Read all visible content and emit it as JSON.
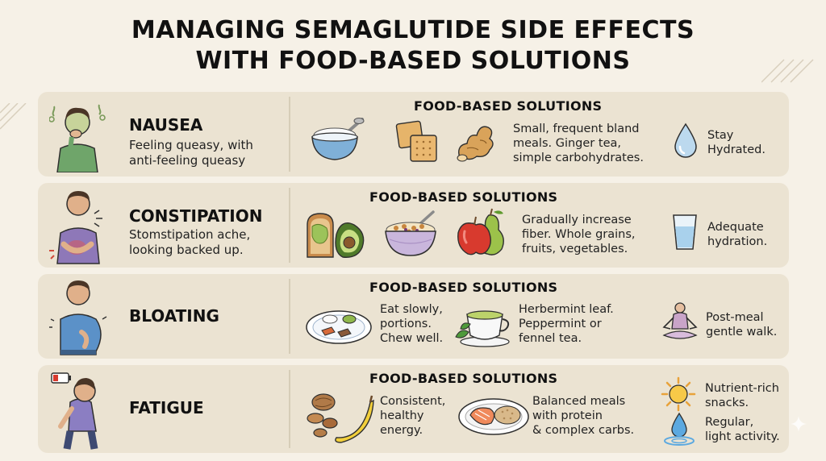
{
  "title": {
    "line1": "MANAGING SEMAGLUTIDE SIDE EFFECTS",
    "line2": "WITH FOOD-BASED SOLUTIONS"
  },
  "colors": {
    "background": "#f6f1e7",
    "card": "#ebe3d2",
    "divider": "#d6cdb8"
  },
  "rows": [
    {
      "symptom": "NAUSEA",
      "description": [
        "Feeling queasy, with",
        "anti-feeling queasy"
      ],
      "solutions_heading": "FOOD-BASED SOLUTIONS",
      "solution_texts": [
        [
          "Small, frequent bland",
          "meals. Ginger tea,",
          "simple carbohydrates."
        ]
      ],
      "tip": [
        "Stay",
        "Hydrated."
      ],
      "icons": [
        "person-nausea-icon",
        "rice-bowl-icon",
        "crackers-icon",
        "ginger-root-icon",
        "water-drop-icon"
      ]
    },
    {
      "symptom": "CONSTIPATION",
      "description": [
        "Stomstipation ache,",
        "looking backed up."
      ],
      "solutions_heading": "FOOD-BASED SOLUTIONS",
      "solution_texts": [
        [
          "Gradually increase",
          "fiber. Whole grains,",
          "fruits, vegetables."
        ]
      ],
      "tip": [
        "Adequate",
        "hydration."
      ],
      "icons": [
        "person-stomach-ache-icon",
        "avocado-toast-icon",
        "cereal-bowl-icon",
        "apple-pear-icon",
        "water-glass-icon"
      ]
    },
    {
      "symptom": "BLOATING",
      "description": [],
      "solutions_heading": "FOOD-BASED SOLUTIONS",
      "solution_texts": [
        [
          "Eat slowly,",
          "portions.",
          "Chew well."
        ],
        [
          "Herbermint leaf.",
          "Peppermint or",
          "fennel tea."
        ]
      ],
      "tip": [
        "Post-meal",
        "gentle walk."
      ],
      "icons": [
        "person-bloated-icon",
        "small-plate-icon",
        "peppermint-tea-icon",
        "meditation-icon"
      ]
    },
    {
      "symptom": "FATIGUE",
      "description": [],
      "solutions_heading": "FOOD-BASED SOLUTIONS",
      "solution_texts": [
        [
          "Consistent,",
          "healthy",
          "energy."
        ],
        [
          "Balanced meals",
          "with protein",
          "& complex carbs."
        ]
      ],
      "tip": [
        "Nutrient-rich",
        "snacks."
      ],
      "tip2": [
        "Regular,",
        "light activity."
      ],
      "icons": [
        "low-battery-icon",
        "person-tired-icon",
        "nuts-banana-icon",
        "salmon-plate-icon",
        "sun-icon",
        "water-drop-splash-icon"
      ]
    }
  ]
}
